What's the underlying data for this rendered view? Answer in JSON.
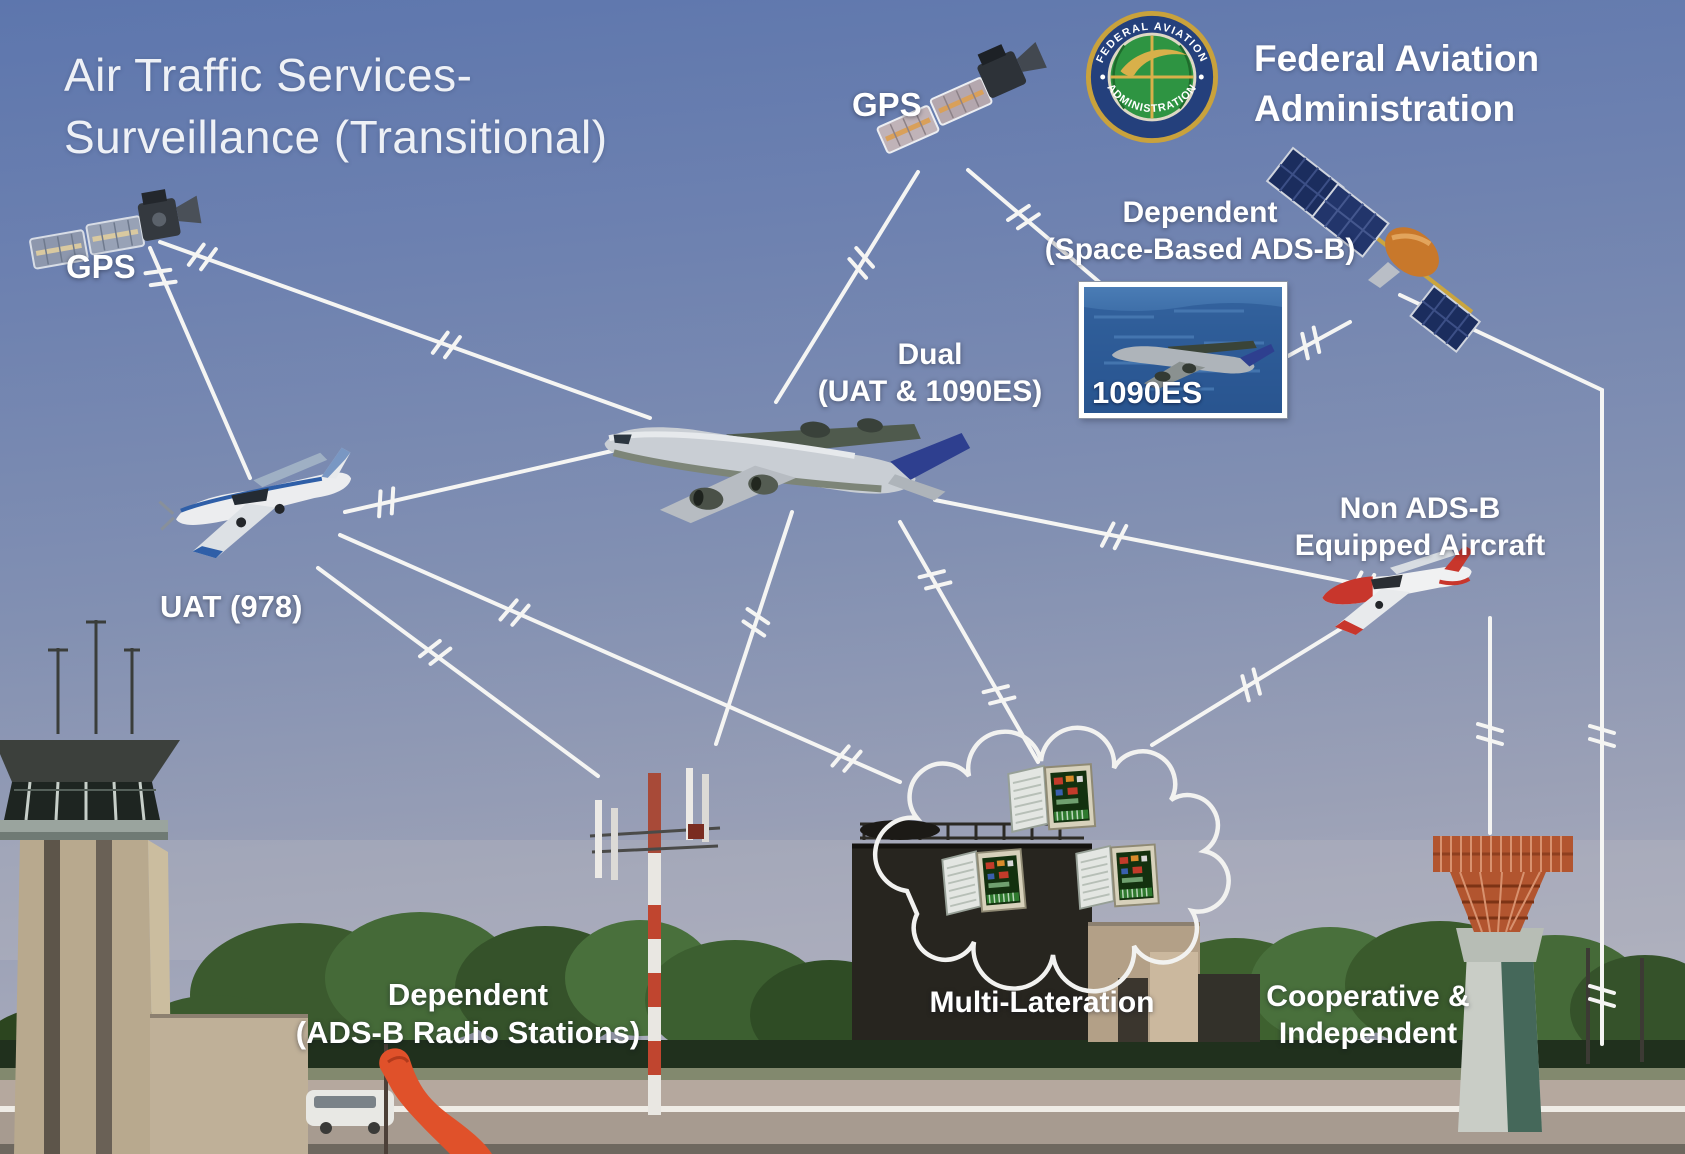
{
  "title": {
    "line1": "Air Traffic Services-",
    "line2": "Surveillance (Transitional)"
  },
  "faa": {
    "name_line1": "Federal Aviation",
    "name_line2": "Administration",
    "seal_top": "FEDERAL AVIATION",
    "seal_bottom": "ADMINISTRATION"
  },
  "labels": {
    "gps_top": "GPS",
    "gps_left": "GPS",
    "space_based_line1": "Dependent",
    "space_based_line2": "(Space-Based ADS-B)",
    "inset_1090es": "1090ES",
    "dual_line1": "Dual",
    "dual_line2": "(UAT & 1090ES)",
    "uat": "UAT (978)",
    "non_adsb_line1": "Non ADS-B",
    "non_adsb_line2": "Equipped Aircraft",
    "radio_line1": "Dependent",
    "radio_line2": "(ADS-B Radio Stations)",
    "multilateration": "Multi-Lateration",
    "coop_line1": "Cooperative &",
    "coop_line2": "Independent"
  },
  "colors": {
    "label_text": "#ffffff",
    "link_line": "#f5f5f3",
    "sky_top": "#5d76ad",
    "sky_bottom": "#b6b4c0",
    "tarmac": "#b5a89e",
    "seal_ring_blue": "#24407c",
    "seal_gold": "#c9a23c",
    "globe_green": "#2e9442",
    "airliner_tail_blue": "#2e3f8f",
    "radar_orange": "#b2552f",
    "windsock_orange": "#e0512a"
  }
}
